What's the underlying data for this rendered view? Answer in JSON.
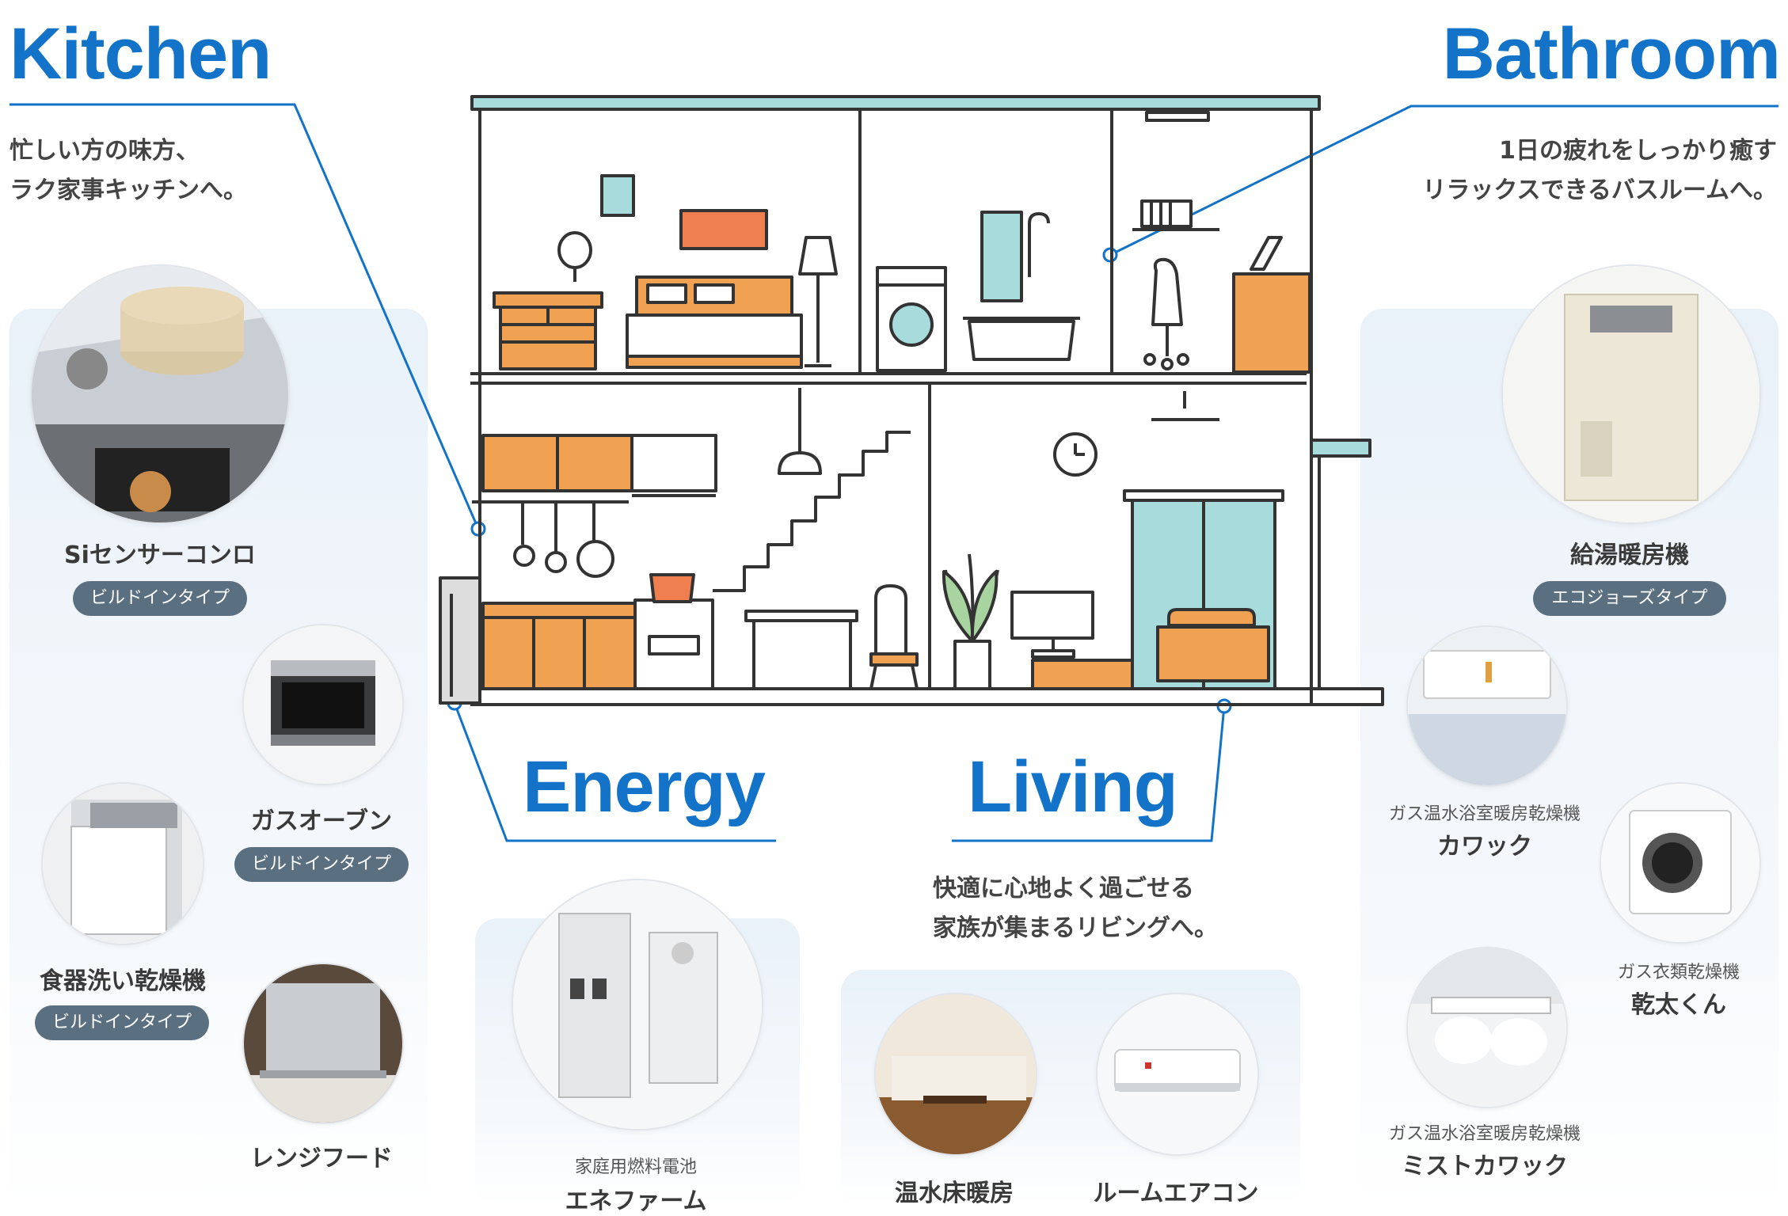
{
  "sections": {
    "kitchen": {
      "title": "Kitchen",
      "desc_line1": "忙しい方の味方、",
      "desc_line2": "ラク家事キッチンへ。"
    },
    "bathroom": {
      "title": "Bathroom",
      "desc_line1": "1日の疲れをしっかり癒す",
      "desc_line2": "リラックスできるバスルームへ。"
    },
    "energy": {
      "title": "Energy"
    },
    "living": {
      "title": "Living",
      "desc_line1": "快適に心地よく過ごせる",
      "desc_line2": "家族が集まるリビングへ。"
    }
  },
  "products": {
    "konro": {
      "name": "Siセンサーコンロ",
      "tag": "ビルドインタイプ"
    },
    "oven": {
      "name": "ガスオーブン",
      "tag": "ビルドインタイプ"
    },
    "dishwasher": {
      "name": "食器洗い乾燥機",
      "tag": "ビルドインタイプ"
    },
    "hood": {
      "name": "レンジフード"
    },
    "enefarm": {
      "category": "家庭用燃料電池",
      "name": "エネファーム"
    },
    "floorheat": {
      "name": "温水床暖房"
    },
    "aircon": {
      "name": "ルームエアコン"
    },
    "heater": {
      "name": "給湯暖房機",
      "tag": "エコジョーズタイプ"
    },
    "kawakku": {
      "category": "ガス温水浴室暖房乾燥機",
      "name": "カワック"
    },
    "kantakun": {
      "category": "ガス衣類乾燥機",
      "name": "乾太くん"
    },
    "mist": {
      "category": "ガス温水浴室暖房乾燥機",
      "name": "ミストカワック"
    }
  },
  "colors": {
    "accent": "#1273c8",
    "orange": "#f0a152",
    "teal": "#a8dcdc",
    "tag_bg": "#5a6f80",
    "panel_bg": "#eaf2f9"
  }
}
